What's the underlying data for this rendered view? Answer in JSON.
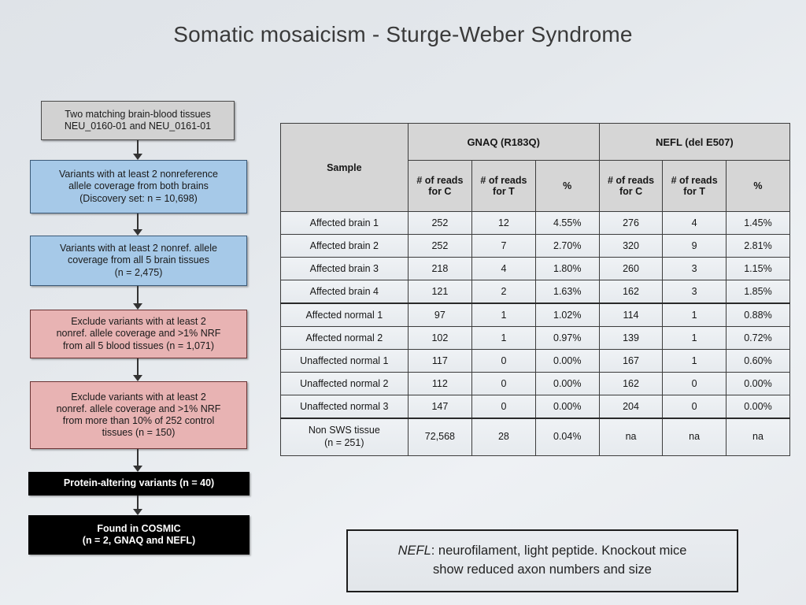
{
  "slide": {
    "title": "Somatic mosaicism - Sturge-Weber Syndrome"
  },
  "flowchart": {
    "steps": [
      {
        "id": "tissues",
        "style": "gray",
        "lines": [
          "Two matching brain-blood tissues",
          "NEU_0160-01 and NEU_0161-01"
        ]
      },
      {
        "id": "discovery-set",
        "style": "blue",
        "lines": [
          "Variants with at least 2 nonreference",
          "allele coverage from both brains",
          "(Discovery set: n = 10,698)"
        ]
      },
      {
        "id": "five-brain-tissues",
        "style": "blue",
        "lines": [
          "Variants with at least 2 nonref. allele",
          "coverage from all 5 brain tissues",
          "(n = 2,475)"
        ]
      },
      {
        "id": "exclude-blood",
        "style": "pink",
        "lines": [
          "Exclude variants with  at least 2",
          "nonref. allele coverage and >1% NRF",
          "from all 5 blood tissues (n = 1,071)"
        ]
      },
      {
        "id": "exclude-control",
        "style": "pink",
        "lines": [
          "Exclude variants with  at least 2",
          "nonref. allele coverage and >1% NRF",
          "from more than 10% of 252 control",
          "tissues (n = 150)"
        ]
      },
      {
        "id": "protein-altering",
        "style": "black",
        "lines": [
          "Protein-altering variants (n = 40)"
        ]
      },
      {
        "id": "found-in-cosmic",
        "style": "black",
        "lines": [
          "Found in COSMIC",
          "(n = 2, GNAQ and NEFL)"
        ]
      }
    ]
  },
  "table": {
    "sample_header": "Sample",
    "groups": [
      {
        "label": "GNAQ (R183Q)"
      },
      {
        "label": "NEFL (del E507)"
      }
    ],
    "sub_headers": [
      "# of reads for C",
      "# of reads for T",
      "%",
      "# of reads for C",
      "# of reads for T",
      "%"
    ],
    "sub_headers_lines": [
      [
        "# of reads",
        "for C"
      ],
      [
        "# of reads",
        "for T"
      ],
      [
        "%",
        ""
      ],
      [
        "# of reads",
        "for C"
      ],
      [
        "# of reads",
        "for T"
      ],
      [
        "%",
        ""
      ]
    ],
    "rows": [
      {
        "sample": "Affected brain 1",
        "gnaq_c": "252",
        "gnaq_t": "12",
        "gnaq_pct": "4.55%",
        "nefl_c": "276",
        "nefl_t": "4",
        "nefl_pct": "1.45%"
      },
      {
        "sample": "Affected brain 2",
        "gnaq_c": "252",
        "gnaq_t": "7",
        "gnaq_pct": "2.70%",
        "nefl_c": "320",
        "nefl_t": "9",
        "nefl_pct": "2.81%"
      },
      {
        "sample": "Affected brain 3",
        "gnaq_c": "218",
        "gnaq_t": "4",
        "gnaq_pct": "1.80%",
        "nefl_c": "260",
        "nefl_t": "3",
        "nefl_pct": "1.15%"
      },
      {
        "sample": "Affected brain 4",
        "gnaq_c": "121",
        "gnaq_t": "2",
        "gnaq_pct": "1.63%",
        "nefl_c": "162",
        "nefl_t": "3",
        "nefl_pct": "1.85%"
      },
      {
        "sample": "Affected normal 1",
        "gnaq_c": "97",
        "gnaq_t": "1",
        "gnaq_pct": "1.02%",
        "nefl_c": "114",
        "nefl_t": "1",
        "nefl_pct": "0.88%"
      },
      {
        "sample": "Affected normal 2",
        "gnaq_c": "102",
        "gnaq_t": "1",
        "gnaq_pct": "0.97%",
        "nefl_c": "139",
        "nefl_t": "1",
        "nefl_pct": "0.72%"
      },
      {
        "sample": "Unaffected normal 1",
        "gnaq_c": "117",
        "gnaq_t": "0",
        "gnaq_pct": "0.00%",
        "nefl_c": "167",
        "nefl_t": "1",
        "nefl_pct": "0.60%"
      },
      {
        "sample": "Unaffected normal 2",
        "gnaq_c": "112",
        "gnaq_t": "0",
        "gnaq_pct": "0.00%",
        "nefl_c": "162",
        "nefl_t": "0",
        "nefl_pct": "0.00%"
      },
      {
        "sample": "Unaffected normal 3",
        "gnaq_c": "147",
        "gnaq_t": "0",
        "gnaq_pct": "0.00%",
        "nefl_c": "204",
        "nefl_t": "0",
        "nefl_pct": "0.00%"
      },
      {
        "sample": "Non SWS tissue (n = 251)",
        "sample_lines": [
          "Non SWS tissue",
          "(n = 251)"
        ],
        "gnaq_c": "72,568",
        "gnaq_t": "28",
        "gnaq_pct": "0.04%",
        "nefl_c": "na",
        "nefl_t": "na",
        "nefl_pct": "na"
      }
    ]
  },
  "caption": {
    "gene": "NEFL",
    "line1_rest": ": neurofilament, light peptide. Knockout mice",
    "line2": "show reduced axon numbers and size"
  },
  "colors": {
    "blue_box": "#a6c9e8",
    "pink_box": "#e8b3b3",
    "gray_box": "#d2d2d2",
    "black_box": "#000000",
    "header_fill": "#d6d6d6"
  }
}
